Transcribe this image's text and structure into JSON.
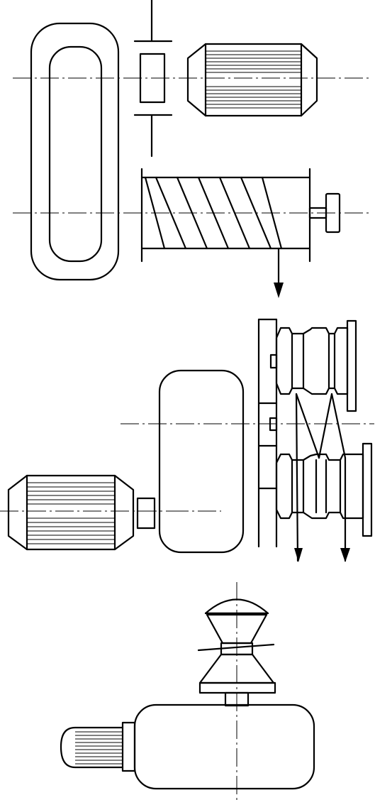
{
  "figure": {
    "background": "#ffffff",
    "line_color": "#000000",
    "labels": []
  },
  "components": [
    {
      "id": "coil",
      "name": "drum-coil-reel"
    },
    {
      "id": "motor1",
      "name": "electric-motor-top"
    },
    {
      "id": "shaft",
      "name": "coupling-shaft"
    },
    {
      "id": "screw",
      "name": "screw-traverse"
    },
    {
      "id": "knob",
      "name": "adjust-knob"
    },
    {
      "id": "capstan",
      "name": "double-capstan"
    },
    {
      "id": "gearbox",
      "name": "gearbox"
    },
    {
      "id": "motor2",
      "name": "electric-motor-middle"
    },
    {
      "id": "sheave",
      "name": "guide-sheave"
    },
    {
      "id": "motor3",
      "name": "electric-motor-bottom"
    }
  ]
}
